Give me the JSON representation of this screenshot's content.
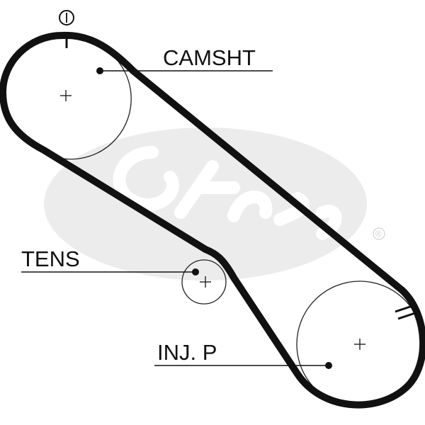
{
  "labels": {
    "camshaft": "CAMSHT",
    "tensioner": "TENS",
    "injection_pump": "INJ. P"
  },
  "timing_mark": "I",
  "watermark": {
    "trademark": "®"
  },
  "colors": {
    "belt": "#111111",
    "pulley_outline": "#222222",
    "watermark": "#e8e8e8"
  }
}
